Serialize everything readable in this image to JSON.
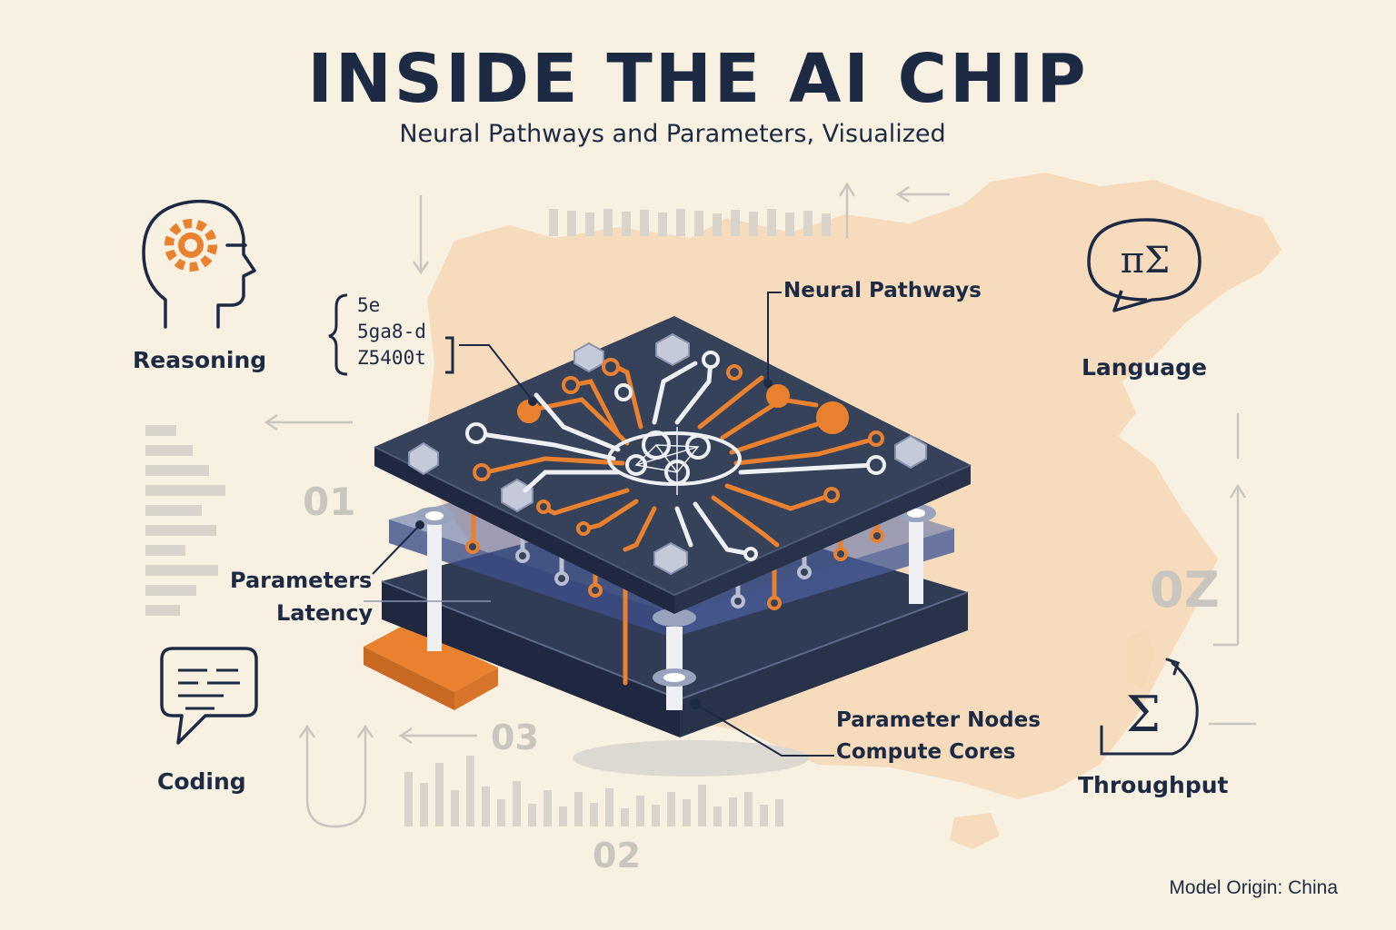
{
  "header": {
    "title": "INSIDE THE AI CHIP",
    "subtitle": "Neural Pathways and Parameters, Visualized"
  },
  "capabilities": [
    {
      "label": "Reasoning",
      "icon": "head-gear-icon"
    },
    {
      "label": "Language",
      "icon": "pi-sigma-speech-icon"
    },
    {
      "label": "Coding",
      "icon": "code-speech-bubble-icon"
    },
    {
      "label": "Throughput",
      "icon": "sigma-cycle-icon"
    }
  ],
  "callouts": {
    "neural_pathways": "Neural Pathways",
    "parameters": "Parameters",
    "latency": "Latency",
    "parameter_nodes": "Parameter Nodes",
    "compute_cores": "Compute Cores"
  },
  "code_snippet": [
    "5e",
    "5ga8-d",
    "Z5400t"
  ],
  "ghost_numbers": [
    "01",
    "02",
    "03",
    "0Z"
  ],
  "footer": {
    "origin": "Model Origin: China"
  },
  "colors": {
    "background": "#f8f1e2",
    "map": "#f6d7b6",
    "navy": "#1c2a44",
    "board": "#36415a",
    "orange": "#e9812f",
    "ghost": "#c9c6bf"
  }
}
